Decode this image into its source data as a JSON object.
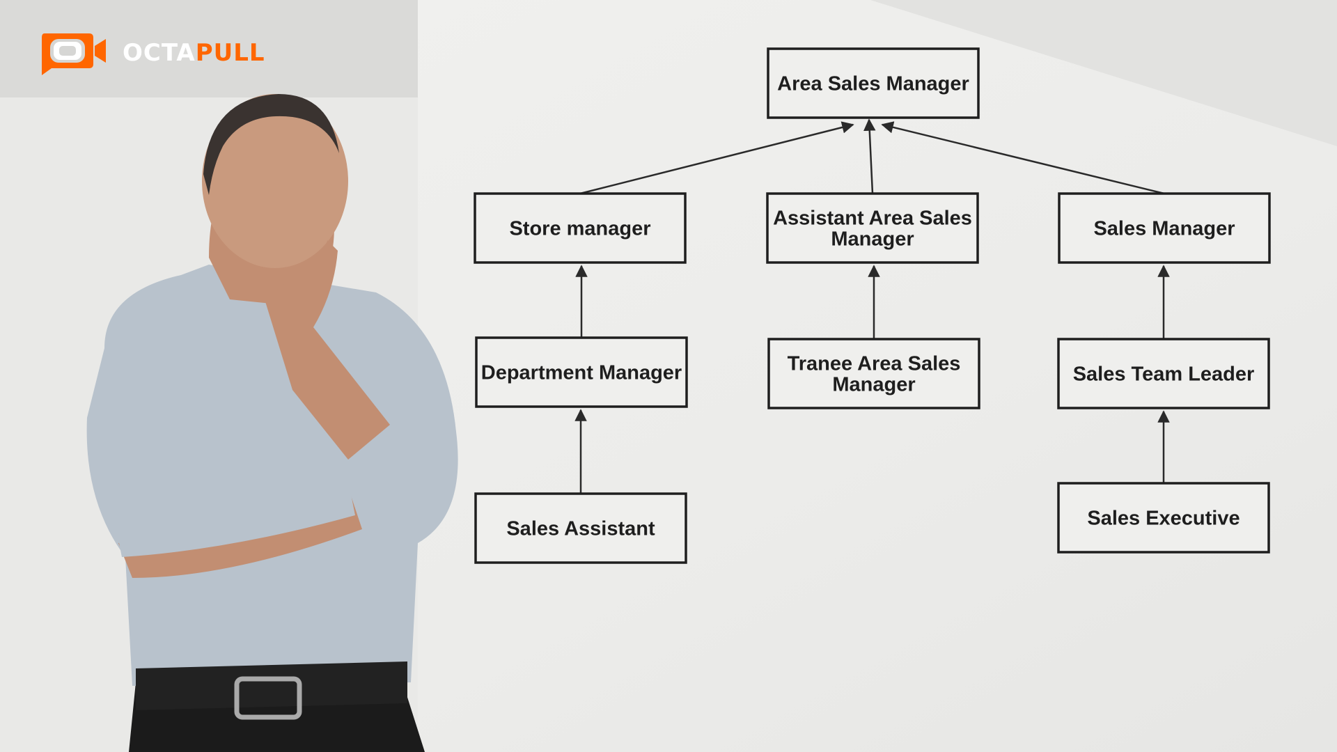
{
  "brand": {
    "name_part1": "OCTA",
    "name_part2": "PULL",
    "accent_color": "#ff6600",
    "icon": "video-camera-chat-icon"
  },
  "org_chart": {
    "nodes": [
      {
        "id": "asm",
        "label_lines": [
          "Area Sales Manager"
        ]
      },
      {
        "id": "store",
        "label_lines": [
          "Store manager"
        ]
      },
      {
        "id": "aasm",
        "label_lines": [
          "Assistant Area Sales",
          "Manager"
        ]
      },
      {
        "id": "sm",
        "label_lines": [
          "Sales Manager"
        ]
      },
      {
        "id": "dept",
        "label_lines": [
          "Department Manager"
        ]
      },
      {
        "id": "tasm",
        "label_lines": [
          "Tranee Area Sales",
          "Manager"
        ]
      },
      {
        "id": "stl",
        "label_lines": [
          "Sales Team Leader"
        ]
      },
      {
        "id": "sa",
        "label_lines": [
          "Sales Assistant"
        ]
      },
      {
        "id": "se",
        "label_lines": [
          "Sales Executive"
        ]
      }
    ],
    "edges": [
      [
        "store",
        "asm"
      ],
      [
        "aasm",
        "asm"
      ],
      [
        "sm",
        "asm"
      ],
      [
        "dept",
        "store"
      ],
      [
        "tasm",
        "aasm"
      ],
      [
        "stl",
        "sm"
      ],
      [
        "sa",
        "dept"
      ],
      [
        "se",
        "stl"
      ]
    ]
  }
}
